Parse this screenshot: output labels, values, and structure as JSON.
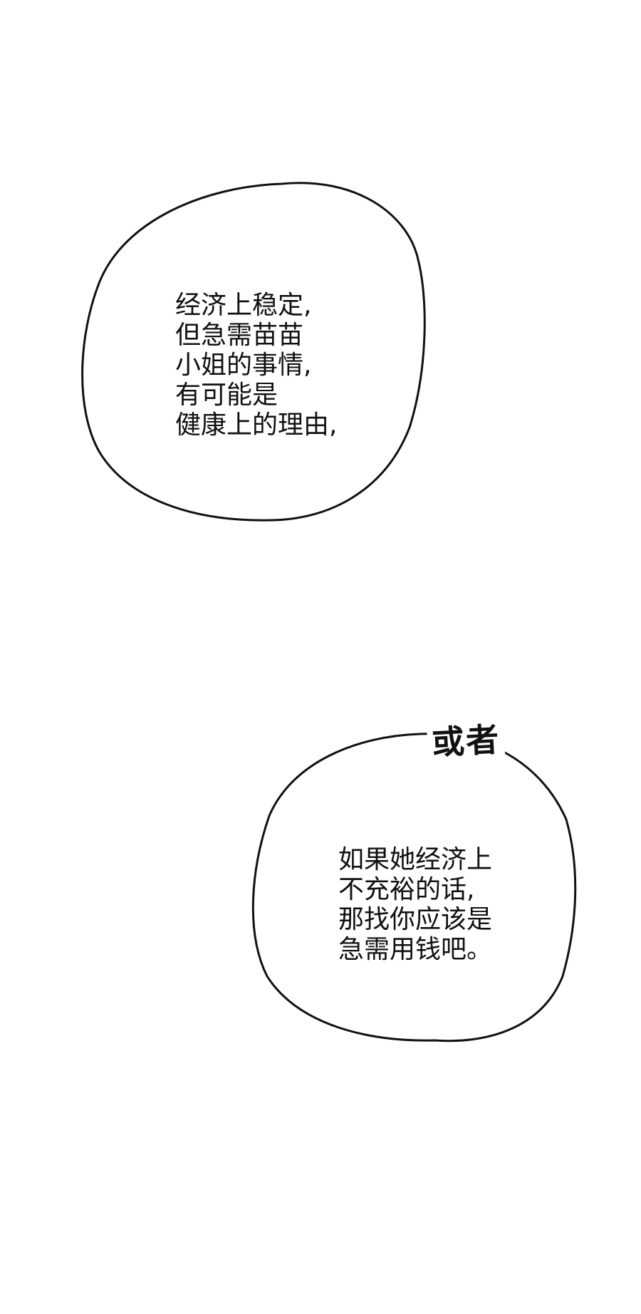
{
  "panels": [
    {
      "id": "bubble-1",
      "lines": [
        "经济上稳定,",
        "但急需苗苗",
        "小姐的事情,",
        "有可能是",
        "健康上的理由,"
      ]
    },
    {
      "id": "bubble-2",
      "sfx": "或者",
      "lines": [
        "如果她经济上",
        "不充裕的话,",
        "那找你应该是",
        "急需用钱吧。"
      ]
    }
  ],
  "colors": {
    "background": "#ffffff",
    "ink": "#111111"
  }
}
